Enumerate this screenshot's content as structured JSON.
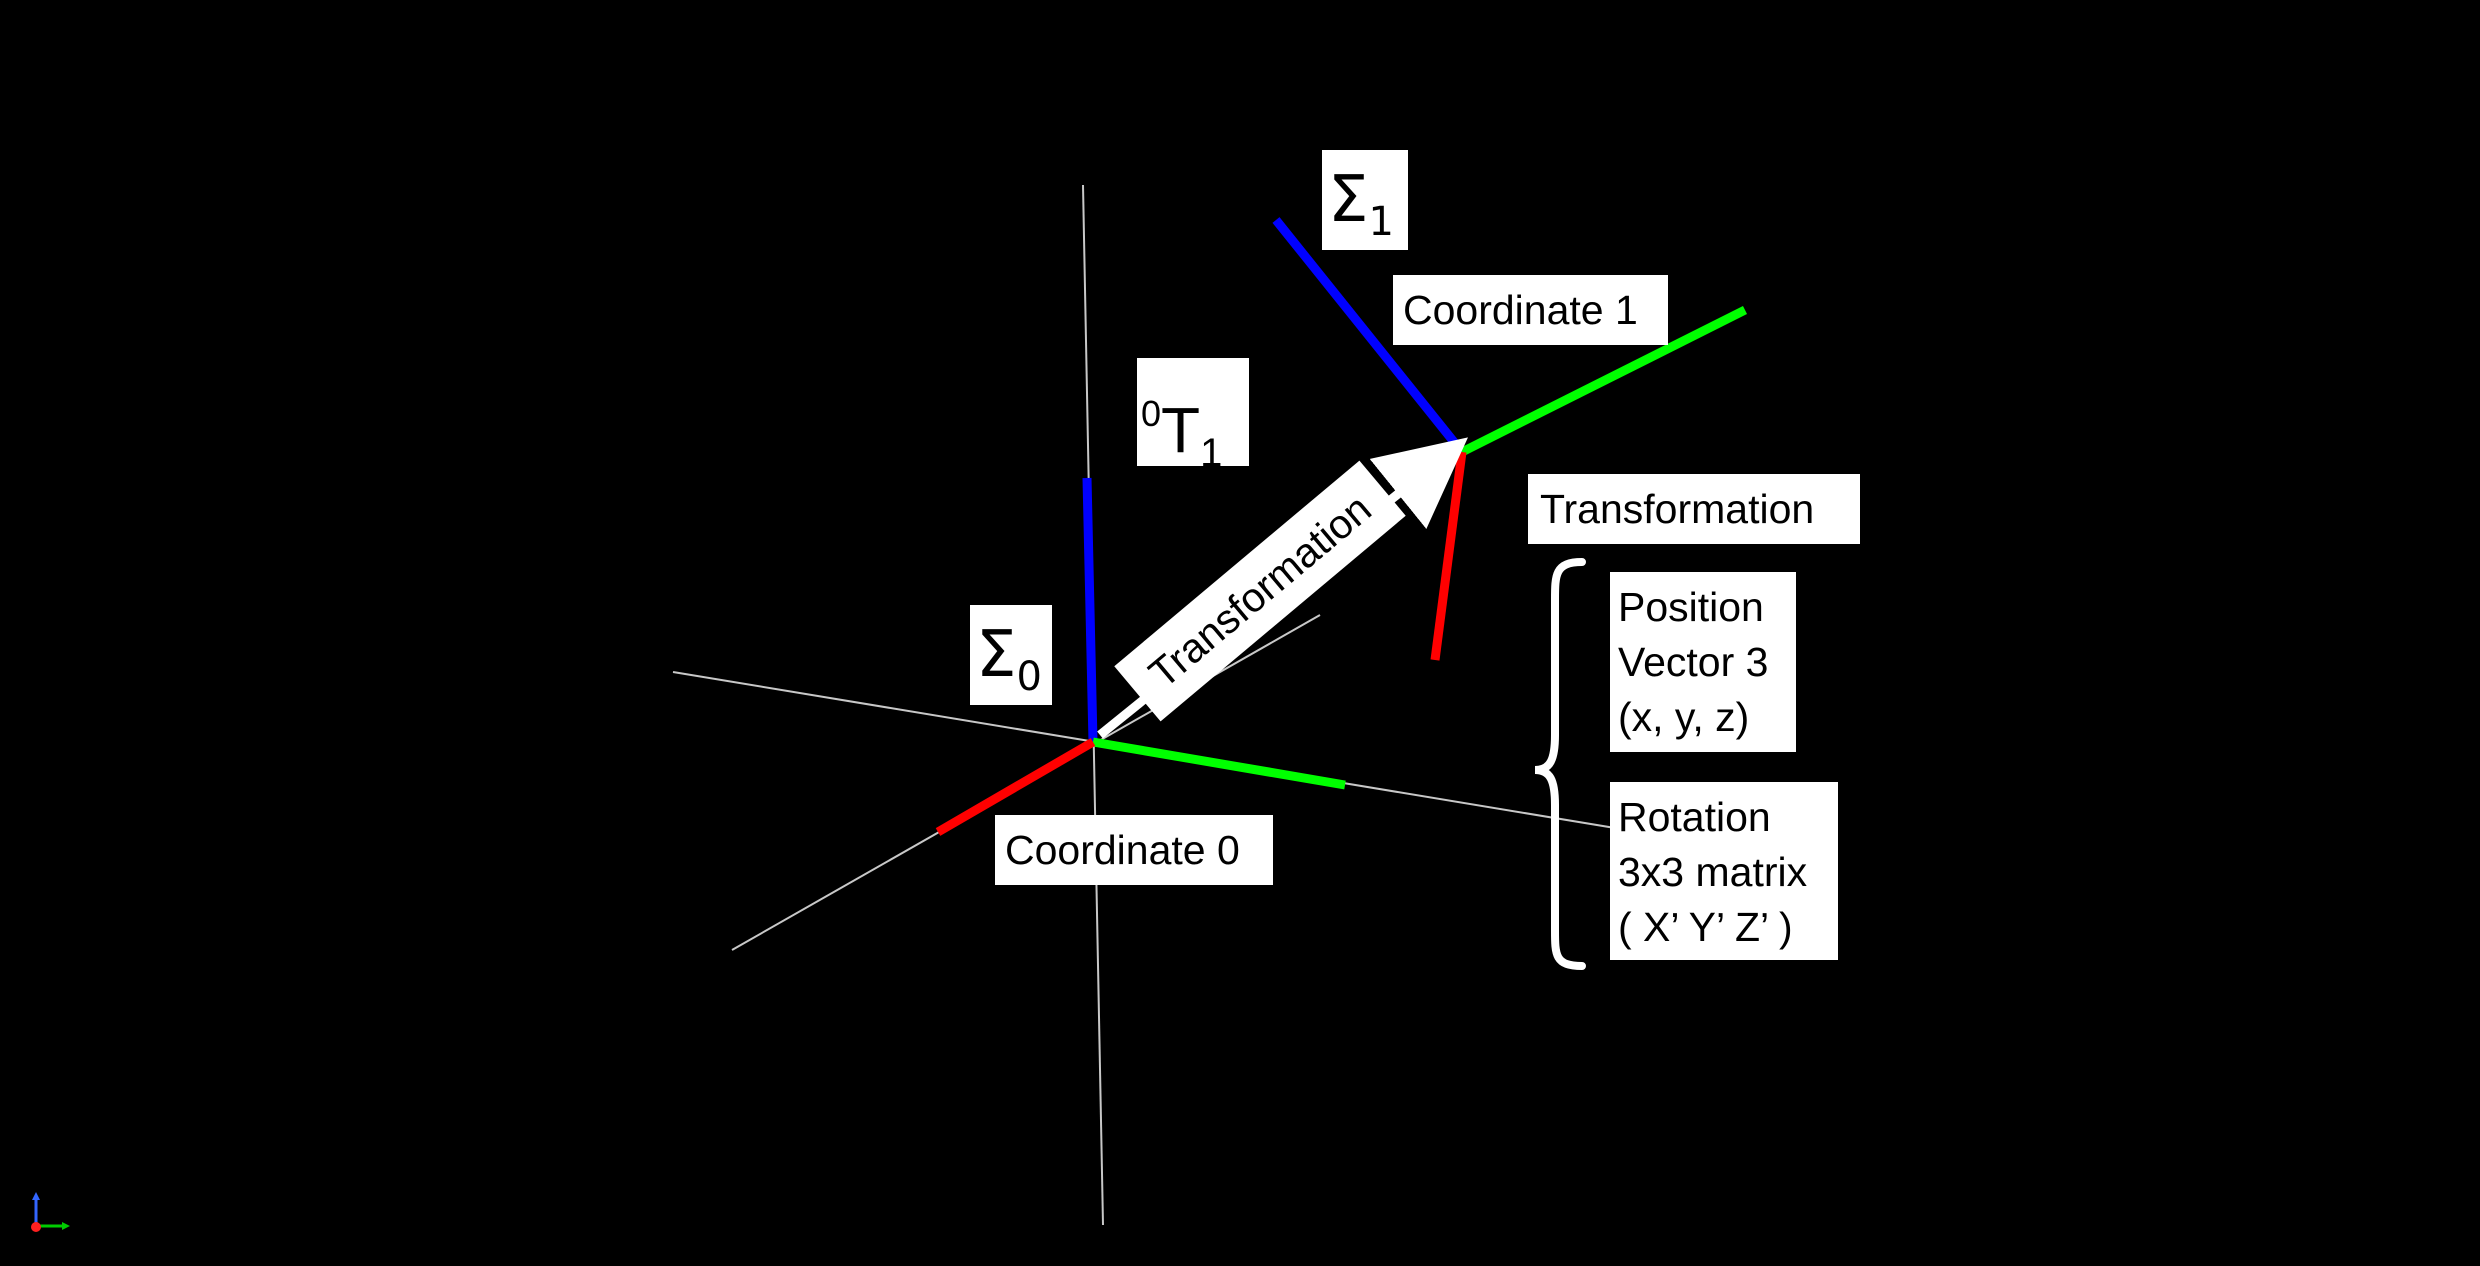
{
  "frames": {
    "frame0": {
      "symbol": "Σ",
      "subscript": "0",
      "label": "Coordinate 0"
    },
    "frame1": {
      "symbol": "Σ",
      "subscript": "1",
      "label": "Coordinate 1"
    }
  },
  "transform": {
    "superscript": "0",
    "symbol": "T",
    "subscript": "1",
    "arrow_label": "Transformation",
    "side_title": "Transformation"
  },
  "components": {
    "position": {
      "line1": "Position",
      "line2": "Vector 3",
      "line3": "(x, y, z)"
    },
    "rotation": {
      "line1": "Rotation",
      "line2": "3x3 matrix",
      "line3": "( X’ Y’ Z’ )"
    }
  },
  "colors": {
    "background": "#000000",
    "axis_x": "#ff0000",
    "axis_y": "#00ff00",
    "axis_z": "#0000ff",
    "grid_lines": "#c8c8c8",
    "arrow": "#ffffff",
    "label_bg": "#ffffff",
    "label_text": "#000000"
  },
  "icons": {
    "orientation_gizmo": "xyz-axes-triad-icon"
  }
}
